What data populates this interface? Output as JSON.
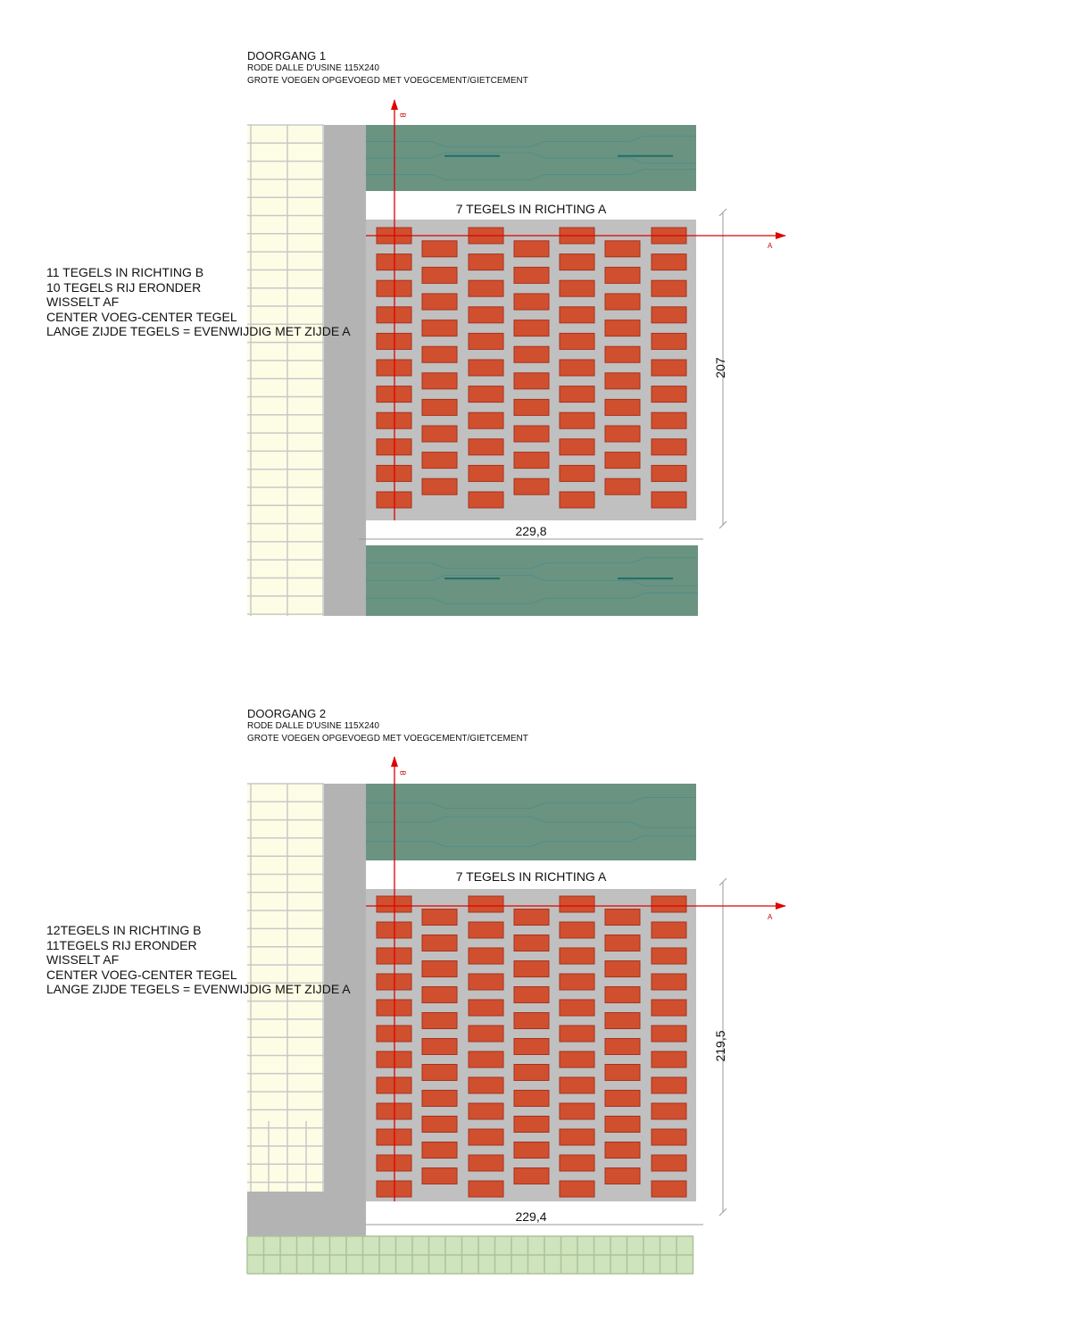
{
  "colors": {
    "tile": "#d04f2e",
    "tile_border": "#a8311d",
    "joint": "#c0c0c0",
    "side_strip": "#b3b3b3",
    "cream_wall": "#fdfde6",
    "cream_grid": "#c8c8c8",
    "hedge": "#6b9381",
    "hedge_line": "#4f8f8a",
    "axis": "#e00000",
    "dimension": "#9a9a9a",
    "green_paving": "#cfe3bd",
    "green_paving_grid": "#a9c49a"
  },
  "passages": [
    {
      "title": "DOORGANG 1",
      "material": "RODE DALLE D'USINE 115X240",
      "joints": "GROTE VOEGEN OPGEVOEGD MET VOEGCEMENT/GIETCEMENT",
      "notes": "11 TEGELS IN RICHTING B\n10 TEGELS RIJ ERONDER\nWISSELT AF\nCENTER VOEG-CENTER TEGEL\nLANGE ZIJDE TEGELS = EVENWIJDIG MET ZIJDE A",
      "richting_label": "7 TEGELS IN RICHTING A",
      "width_label": "229,8",
      "height_label": "207",
      "axis_a_label": "A",
      "axis_b_label": "B",
      "tiles_long_column": 11,
      "tiles_short_column": 10,
      "tile_columns": 7
    },
    {
      "title": "DOORGANG 2",
      "material": "RODE DALLE D'USINE 115X240",
      "joints": "GROTE VOEGEN OPGEVOEGD MET VOEGCEMENT/GIETCEMENT",
      "notes": "12TEGELS IN RICHTING B\n11TEGELS RIJ ERONDER\nWISSELT AF\nCENTER VOEG-CENTER TEGEL\nLANGE ZIJDE TEGELS = EVENWIJDIG MET ZIJDE A",
      "richting_label": "7 TEGELS IN RICHTING A",
      "width_label": "229,4",
      "height_label": "219,5",
      "axis_a_label": "A",
      "axis_b_label": "B",
      "tiles_long_column": 12,
      "tiles_short_column": 11,
      "tile_columns": 7
    }
  ]
}
